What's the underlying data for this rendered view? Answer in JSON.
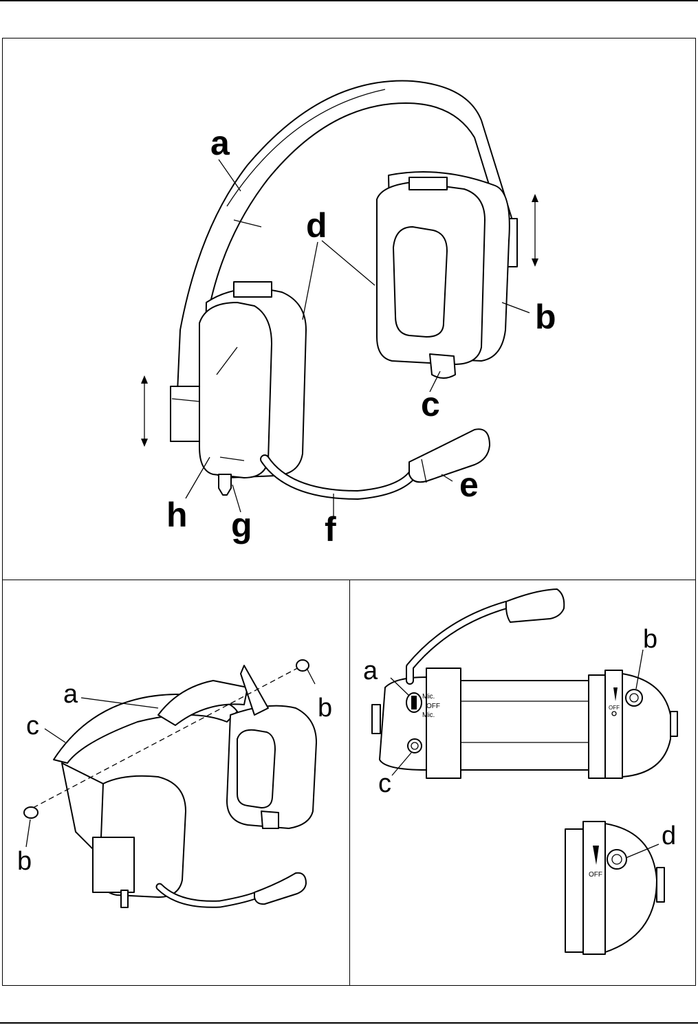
{
  "figure_top": {
    "labels": {
      "a": "a",
      "b": "b",
      "c": "c",
      "d": "d",
      "e": "e",
      "f": "f",
      "g": "g",
      "h": "h"
    }
  },
  "figure_bottom_left": {
    "labels": {
      "a": "a",
      "b_right": "b",
      "b_left": "b",
      "c": "c"
    }
  },
  "figure_bottom_right": {
    "labels": {
      "a": "a",
      "b": "b",
      "c": "c",
      "d": "d"
    },
    "switch_text": {
      "mic_top": "Mic.",
      "off": "OFF",
      "mic_bottom": "Mic."
    },
    "off_right": "OFF",
    "off_detail": "OFF"
  }
}
